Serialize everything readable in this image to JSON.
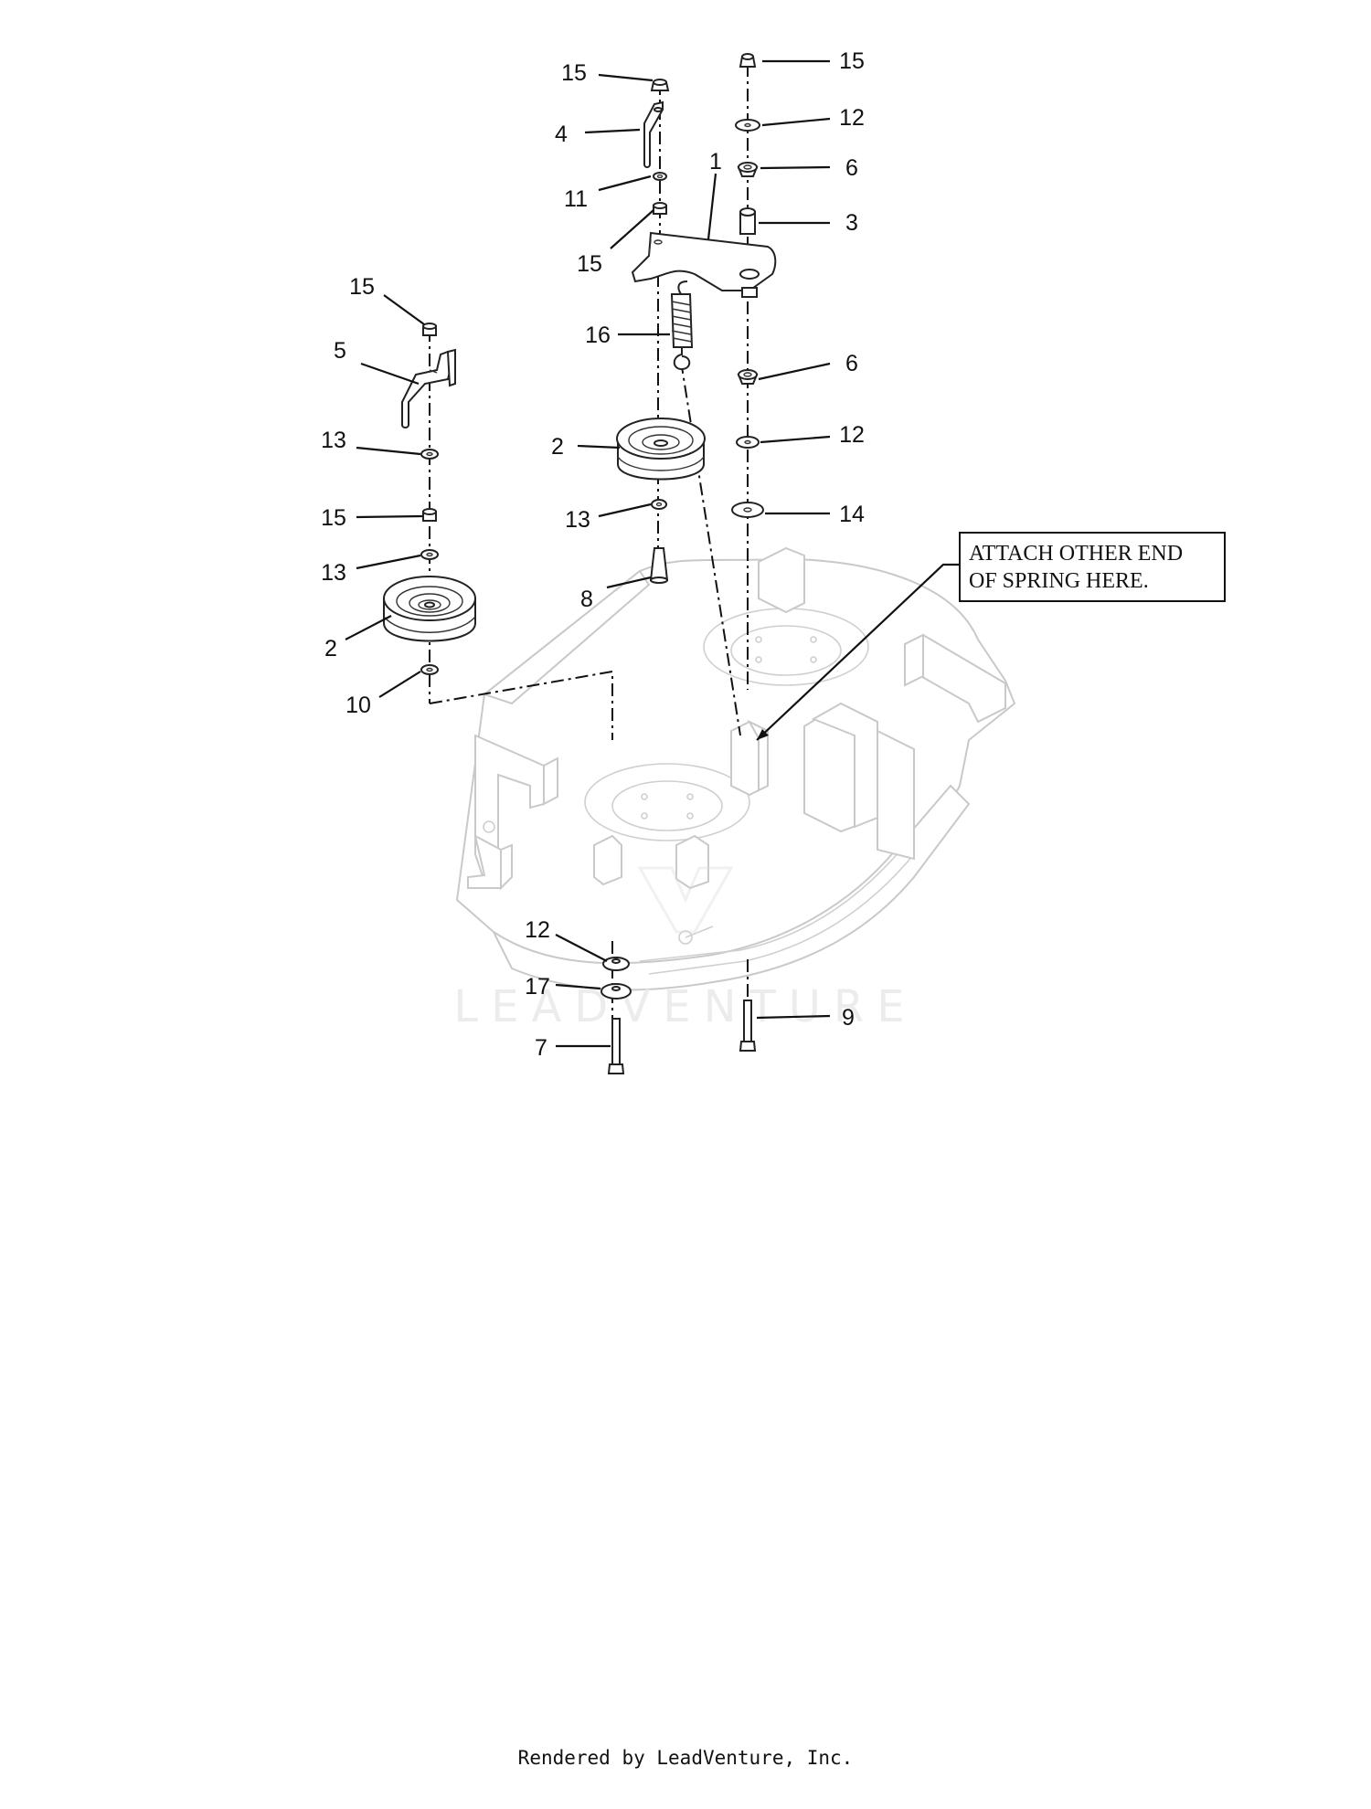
{
  "diagram": {
    "callouts": [
      {
        "id": "c15a",
        "label": "15"
      },
      {
        "id": "c4",
        "label": "4"
      },
      {
        "id": "c11",
        "label": "11"
      },
      {
        "id": "c15b",
        "label": "15"
      },
      {
        "id": "c1",
        "label": "1"
      },
      {
        "id": "c15c",
        "label": "15"
      },
      {
        "id": "c12a",
        "label": "12"
      },
      {
        "id": "c6a",
        "label": "6"
      },
      {
        "id": "c3",
        "label": "3"
      },
      {
        "id": "c15d",
        "label": "15"
      },
      {
        "id": "c5",
        "label": "5"
      },
      {
        "id": "c16",
        "label": "16"
      },
      {
        "id": "c6b",
        "label": "6"
      },
      {
        "id": "c2a",
        "label": "2"
      },
      {
        "id": "c12b",
        "label": "12"
      },
      {
        "id": "c13a",
        "label": "13"
      },
      {
        "id": "c13b",
        "label": "13"
      },
      {
        "id": "c14",
        "label": "14"
      },
      {
        "id": "c15e",
        "label": "15"
      },
      {
        "id": "c13c",
        "label": "13"
      },
      {
        "id": "c8",
        "label": "8"
      },
      {
        "id": "c2b",
        "label": "2"
      },
      {
        "id": "c10",
        "label": "10"
      },
      {
        "id": "c12c",
        "label": "12"
      },
      {
        "id": "c17",
        "label": "17"
      },
      {
        "id": "c7",
        "label": "7"
      },
      {
        "id": "c9",
        "label": "9"
      }
    ],
    "note": {
      "line1": "ATTACH OTHER END",
      "line2": "OF SPRING HERE."
    },
    "watermark": "LEADVENTURE"
  },
  "footer": {
    "text": "Rendered by LeadVenture, Inc."
  }
}
